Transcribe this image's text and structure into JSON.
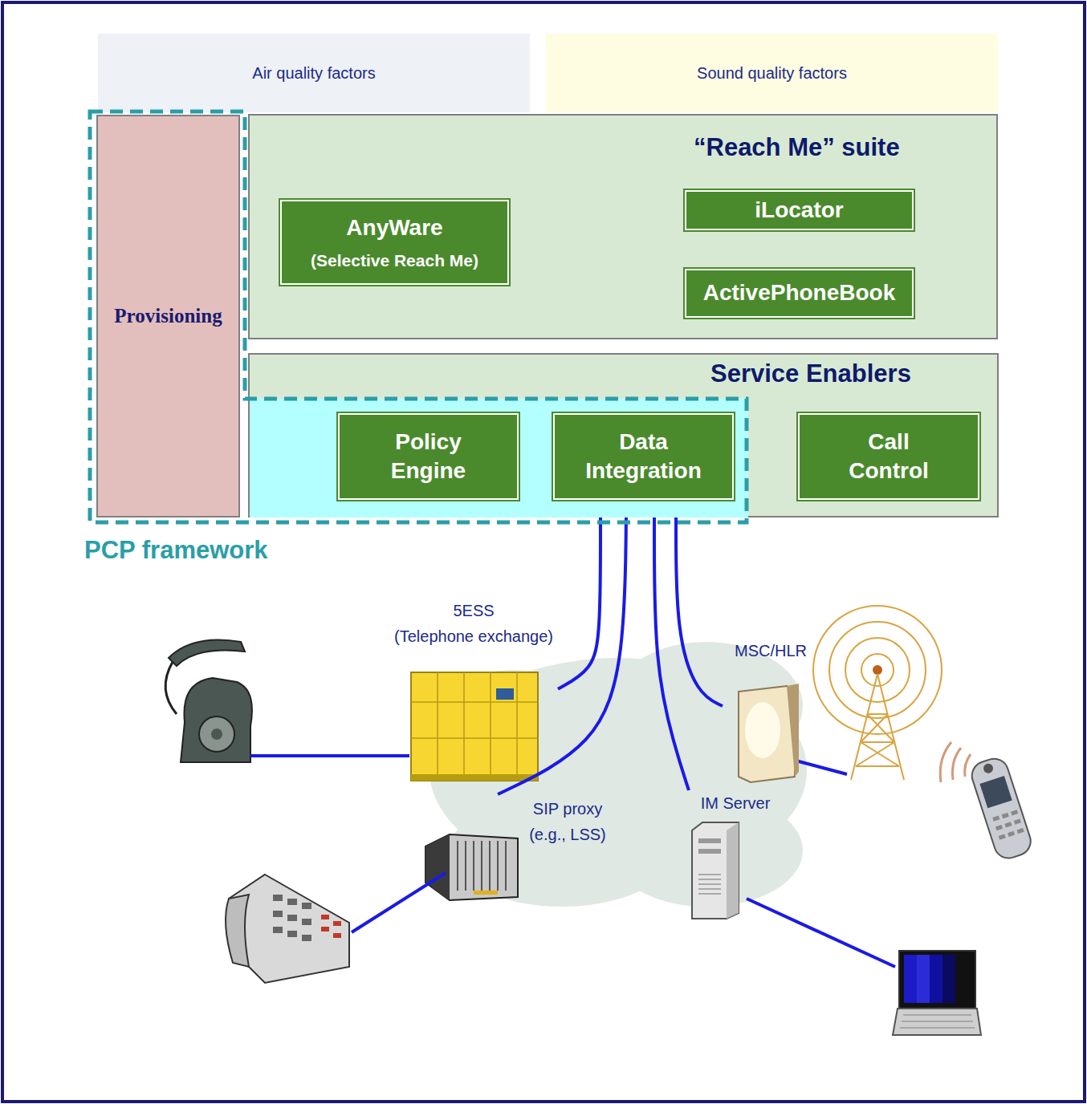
{
  "diagram": {
    "nodes": [
      {
        "text": [
          "Air quality factors"
        ]
      },
      {
        "text": [
          "Sound quality factors"
        ]
      },
      {
        "text": [
          "PCP framework"
        ]
      },
      {
        "text": [
          "Provisioning"
        ],
        "in": 2
      },
      {
        "text": [
          "“Reach Me” suite"
        ]
      },
      {
        "text": [
          "AnyWare",
          "(Selective Reach Me)"
        ],
        "in": 4
      },
      {
        "text": [
          "iLocator"
        ],
        "in": 4
      },
      {
        "text": [
          "ActivePhoneBook"
        ],
        "in": 4
      },
      {
        "text": [
          "Service Enablers"
        ]
      },
      {
        "text": [
          "Policy Engine"
        ],
        "in": 8
      },
      {
        "text": [
          "Data Integration"
        ],
        "in": 8
      },
      {
        "text": [
          "Call Control"
        ],
        "in": 8
      },
      {
        "text": [
          "5ESS (Telephone exchange)"
        ]
      },
      {
        "text": [
          "SIP proxy (e.g., LSS)"
        ]
      },
      {
        "text": [
          "MSC/HLR"
        ]
      },
      {
        "text": [
          "IM Server"
        ]
      }
    ],
    "edges": [
      {
        "from": 8,
        "to": 12,
        "arrow": "none"
      },
      {
        "from": 8,
        "to": 13,
        "arrow": "none"
      },
      {
        "from": 8,
        "to": 15,
        "arrow": "none"
      },
      {
        "from": 8,
        "to": 14,
        "arrow": "none"
      }
    ]
  }
}
